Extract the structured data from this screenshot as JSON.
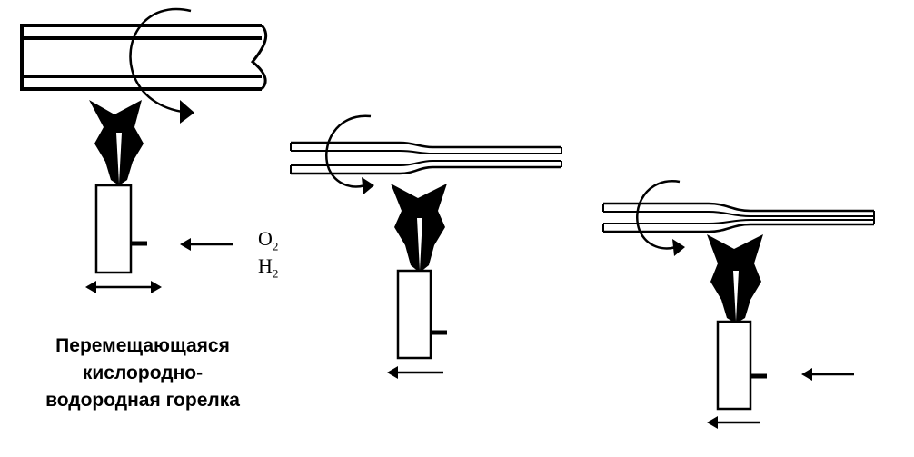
{
  "gases": {
    "oxygen": {
      "symbol": "O",
      "sub": "2"
    },
    "hydrogen": {
      "symbol": "H",
      "sub": "2"
    }
  },
  "caption": {
    "line1": "Перемещающаяся",
    "line2": "кислородно-",
    "line3": "водородная горелка"
  },
  "colors": {
    "ink": "#000000",
    "background": "#ffffff"
  }
}
